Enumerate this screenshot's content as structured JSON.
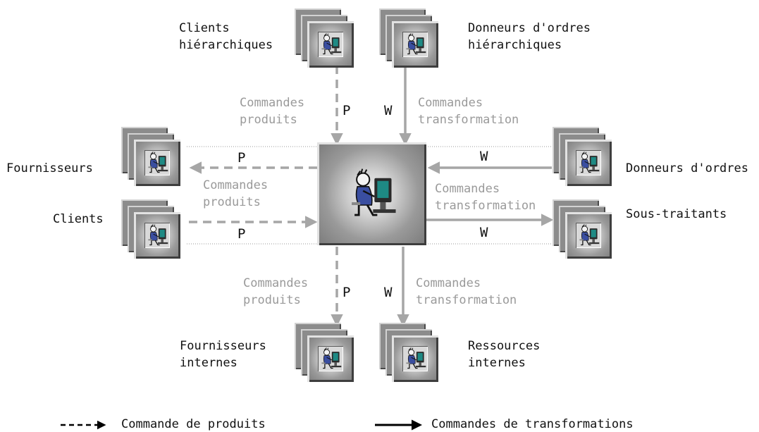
{
  "nodes": {
    "clients_hierarchiques": [
      "Clients",
      "hiérarchiques"
    ],
    "donneurs_ordres_hierarchiques": [
      "Donneurs d'ordres",
      "hiérarchiques"
    ],
    "fournisseurs": [
      "Fournisseurs"
    ],
    "clients": [
      "Clients"
    ],
    "donneurs_ordres": [
      "Donneurs d'ordres"
    ],
    "sous_traitants": [
      "Sous-traitants"
    ],
    "fournisseurs_internes": [
      "Fournisseurs",
      "internes"
    ],
    "ressources_internes": [
      "Ressources",
      "internes"
    ]
  },
  "flows": {
    "commandes_produits": [
      "Commandes",
      "produits"
    ],
    "commandes_transformation": [
      "Commandes",
      "transformation"
    ],
    "letter_p": "P",
    "letter_w": "W"
  },
  "legend": {
    "dashed_label": "Commande de produits",
    "solid_label": "Commandes de transformations"
  },
  "colors": {
    "arrow_gray": "#a6a6a6",
    "dotted_line": "#9a9a9a",
    "legend_black": "#000000",
    "flow_text_gray": "#9a9a9a"
  },
  "icons": {
    "node_icon": "person-at-computer-icon"
  }
}
